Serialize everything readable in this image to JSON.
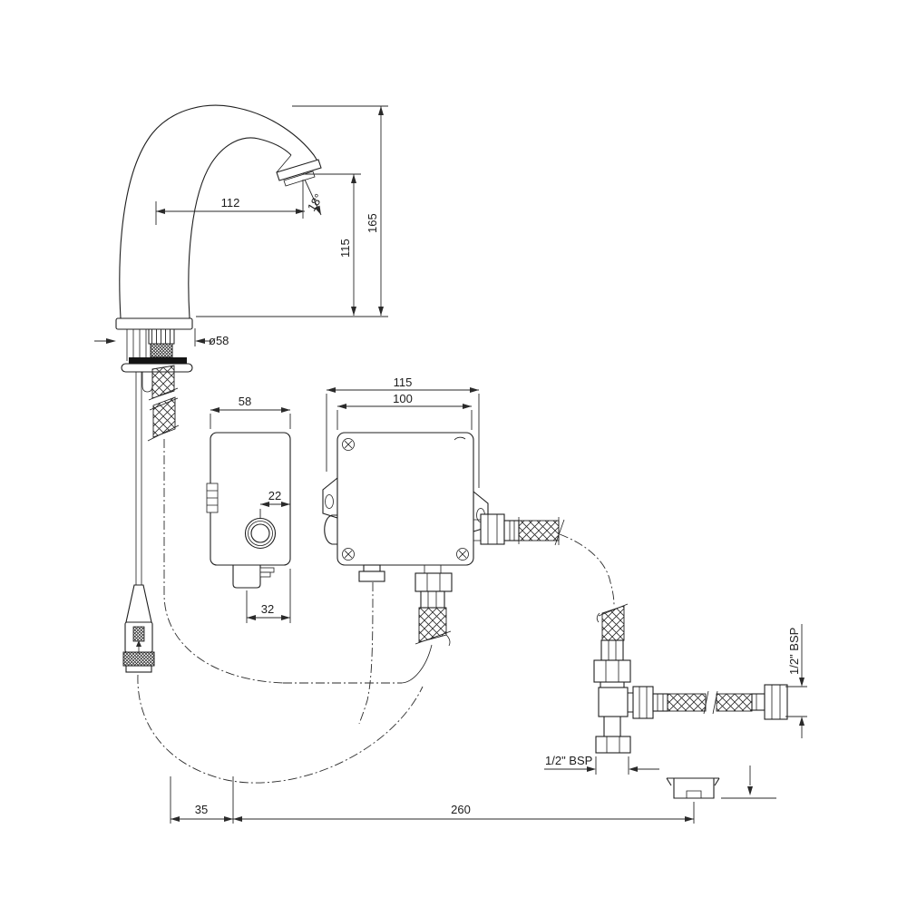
{
  "drawing": {
    "type": "installation-dimension-drawing",
    "labels": {
      "spout_reach": "112",
      "stream_angle": "18°",
      "overall_height": "165",
      "spout_height": "115",
      "base_diameter": "ø58",
      "small_box_width": "58",
      "small_box_connector_offset": "22",
      "small_box_battery_width": "32",
      "large_box_outer_width": "115",
      "large_box_inner_width": "100",
      "tee_thread": "1/2\" BSP",
      "hose_thread": "1/2\" BSP",
      "offset_left": "35",
      "offset_right": "260"
    },
    "line_color": "#1f1f1f",
    "background": "#ffffff"
  }
}
